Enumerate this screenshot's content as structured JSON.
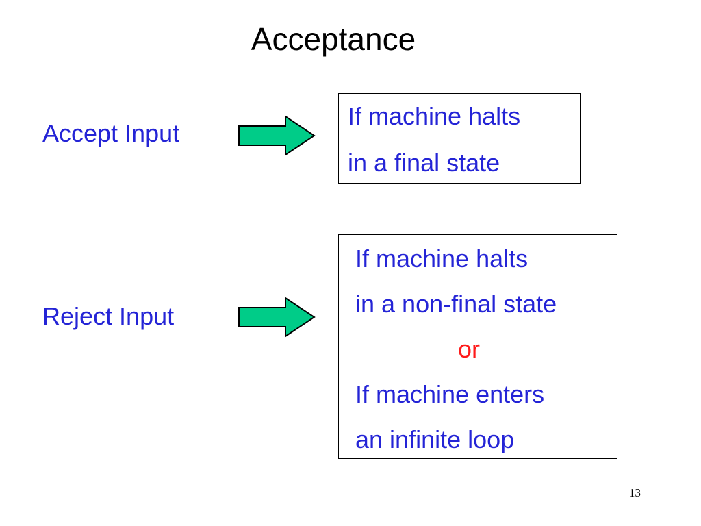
{
  "slide": {
    "title": "Acceptance",
    "page_number": "13"
  },
  "accept": {
    "label": "Accept Input",
    "arrow_icon": "right-arrow-icon",
    "box_lines": [
      "If machine halts",
      "in a final state"
    ]
  },
  "reject": {
    "label": "Reject Input",
    "arrow_icon": "right-arrow-icon",
    "box_lines": [
      "If machine  halts",
      "in a non-final state",
      "or",
      "If machine enters",
      "an infinite loop"
    ]
  },
  "colors": {
    "text_blue": "#2424d6",
    "or_red": "#ff1a1a",
    "arrow_fill": "#00cc88",
    "arrow_stroke": "#000000"
  }
}
